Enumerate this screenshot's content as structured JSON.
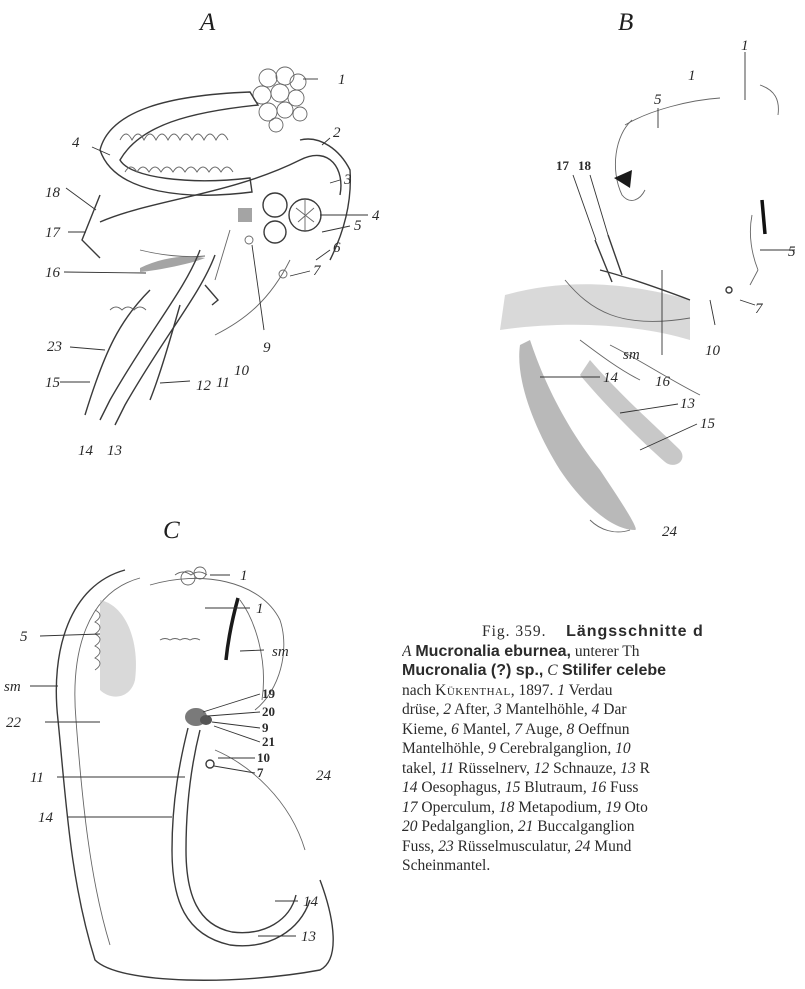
{
  "panels": {
    "a": {
      "title": "A",
      "labels": [
        "1",
        "2",
        "3",
        "4",
        "4",
        "18",
        "17",
        "16",
        "5",
        "6",
        "7",
        "9",
        "10",
        "11",
        "12",
        "23",
        "15",
        "14",
        "13"
      ]
    },
    "b": {
      "title": "B",
      "labels": [
        "1",
        "1",
        "5",
        "17",
        "18",
        "5",
        "7",
        "10",
        "sm",
        "16",
        "14",
        "13",
        "15",
        "24"
      ]
    },
    "c": {
      "title": "C",
      "labels": [
        "1",
        "1",
        "5",
        "sm",
        "sm",
        "22",
        "19",
        "20",
        "9",
        "21",
        "10",
        "7",
        "11",
        "14",
        "24",
        "14",
        "13"
      ]
    }
  },
  "caption": {
    "fig_no": "Fig. 359.",
    "heading": "Längsschnitte d",
    "line2_sp": "A",
    "line2_name": "Mucronalia eburnea,",
    "line2_rest": " unterer Th",
    "line3_name": "Mucronalia (?) sp.,",
    "line3_c": " C",
    "line3_name2": " Stilifer celebe",
    "line4_pre": "nach ",
    "line4_author": "Kükenthal",
    "line4_rest": ", 1897.  ",
    "line4_n1": "1",
    "line4_t1": " Verdau",
    "line5_t0": "drüse, ",
    "line5_n2": "2",
    "line5_t2": " After, ",
    "line5_n3": "3",
    "line5_t3": " Mantelhöhle, ",
    "line5_n4": "4",
    "line5_t4": " Dar",
    "line6_t0": "Kieme, ",
    "line6_n6": "6",
    "line6_t6": " Mantel, ",
    "line6_n7": "7",
    "line6_t7": " Auge, ",
    "line6_n8": "8",
    "line6_t8": " Oeffnun",
    "line7_t0": "Mantelhöhle, ",
    "line7_n9": "9",
    "line7_t9": " Cerebralganglion, ",
    "line7_n10": "10",
    "line8_t0": "takel, ",
    "line8_n11": "11",
    "line8_t11": " Rüsselnerv, ",
    "line8_n12": "12",
    "line8_t12": " Schnauze, ",
    "line8_n13": "13",
    "line8_t13": " R",
    "line9_n14": "14",
    "line9_t14": " Oesophagus, ",
    "line9_n15": "15",
    "line9_t15": " Blutraum, ",
    "line9_n16": "16",
    "line9_t16": " Fuss",
    "line10_n17": "17",
    "line10_t17": " Operculum, ",
    "line10_n18": "18",
    "line10_t18": " Metapodium, ",
    "line10_n19": "19",
    "line10_t19": " Oto",
    "line11_n20": "20",
    "line11_t20": " Pedalganglion, ",
    "line11_n21": "21",
    "line11_t21": " Buccalganglion",
    "line12_t0": "Fuss, ",
    "line12_n23": "23",
    "line12_t23": " Rüsselmusculatur, ",
    "line12_n24": "24",
    "line12_t24": " Mund",
    "line13_t0": "Scheinmantel."
  }
}
